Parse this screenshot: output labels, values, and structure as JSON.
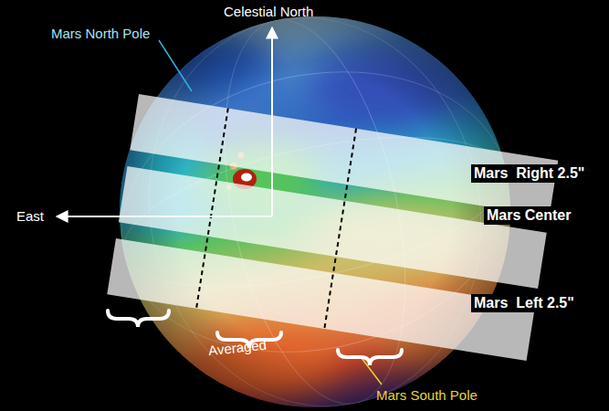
{
  "diagram": {
    "labels": [
      "Celestial North",
      "Mars North Pole",
      "East",
      "Mars  Right 2.5\"",
      "Mars Center",
      "Mars  Left 2.5\"",
      "Averaged",
      "Mars South Pole"
    ]
  }
}
